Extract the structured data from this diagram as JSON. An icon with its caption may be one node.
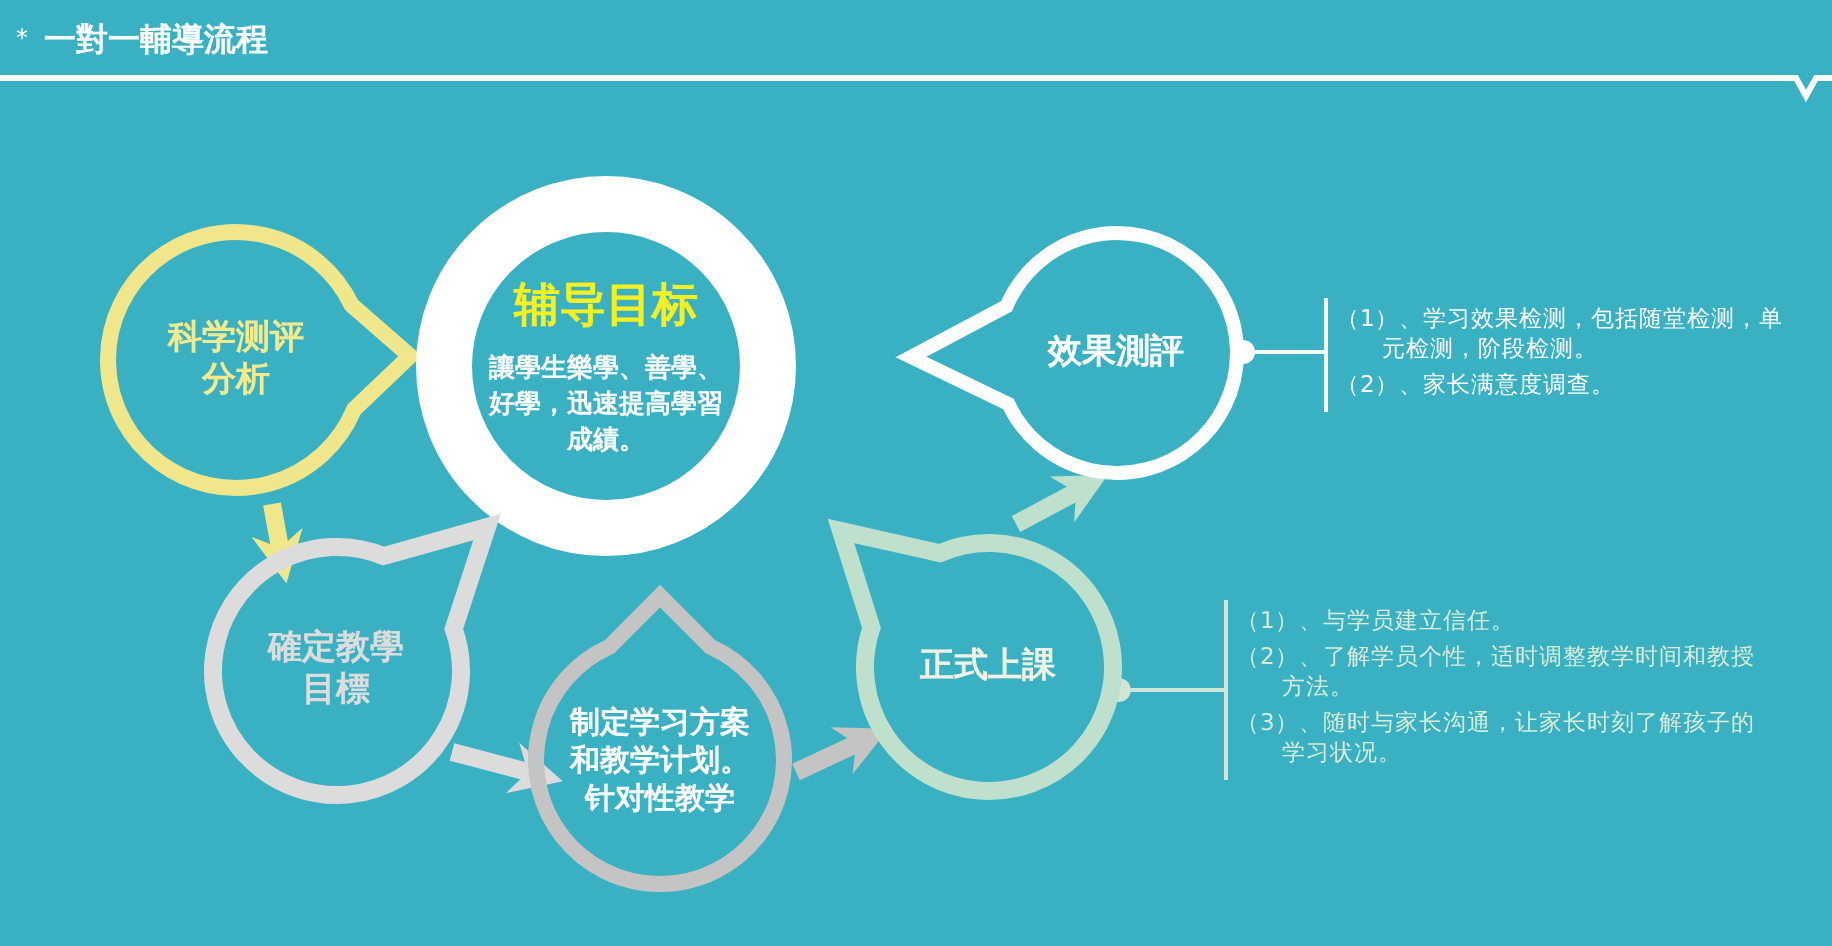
{
  "diagram": {
    "title": "一對一輔導流程",
    "nodes": [
      {
        "text": [
          "科学测评分析"
        ]
      },
      {
        "text": [
          "辅导目标",
          "讓學生樂學、善學、好學，迅速提高學習成績。"
        ]
      },
      {
        "text": [
          "效果測評"
        ]
      },
      {
        "text": [
          "確定教學目標"
        ]
      },
      {
        "text": [
          "制定学习方案和教学计划。针对性教学"
        ]
      },
      {
        "text": [
          "正式上課"
        ]
      },
      {
        "text": [
          "（1）、学习效果检测，包括随堂检测，单元检测，阶段检测。",
          "（2）、家长满意度调查。"
        ]
      },
      {
        "text": [
          "（1）、与学员建立信任。",
          "（2）、了解学员个性，适时调整教学时间和教授方法。",
          "（3）、随时与家长沟通，让家长时刻了解孩子的学习状况。"
        ]
      }
    ],
    "edges": [
      {
        "from": 0,
        "to": 3,
        "arrow": "to",
        "color": "#f0e68c"
      },
      {
        "from": 3,
        "to": 4,
        "arrow": "to",
        "color": "#dcdcdc"
      },
      {
        "from": 4,
        "to": 5,
        "arrow": "to",
        "color": "#c4c4c4"
      },
      {
        "from": 5,
        "to": 2,
        "arrow": "to",
        "color": "#bfe0cc"
      },
      {
        "from": 2,
        "to": 6,
        "arrow": "other",
        "color": "#ffffff"
      },
      {
        "from": 5,
        "to": 7,
        "arrow": "other",
        "color": "#cfe6d6"
      }
    ],
    "labels": [
      "*"
    ]
  }
}
